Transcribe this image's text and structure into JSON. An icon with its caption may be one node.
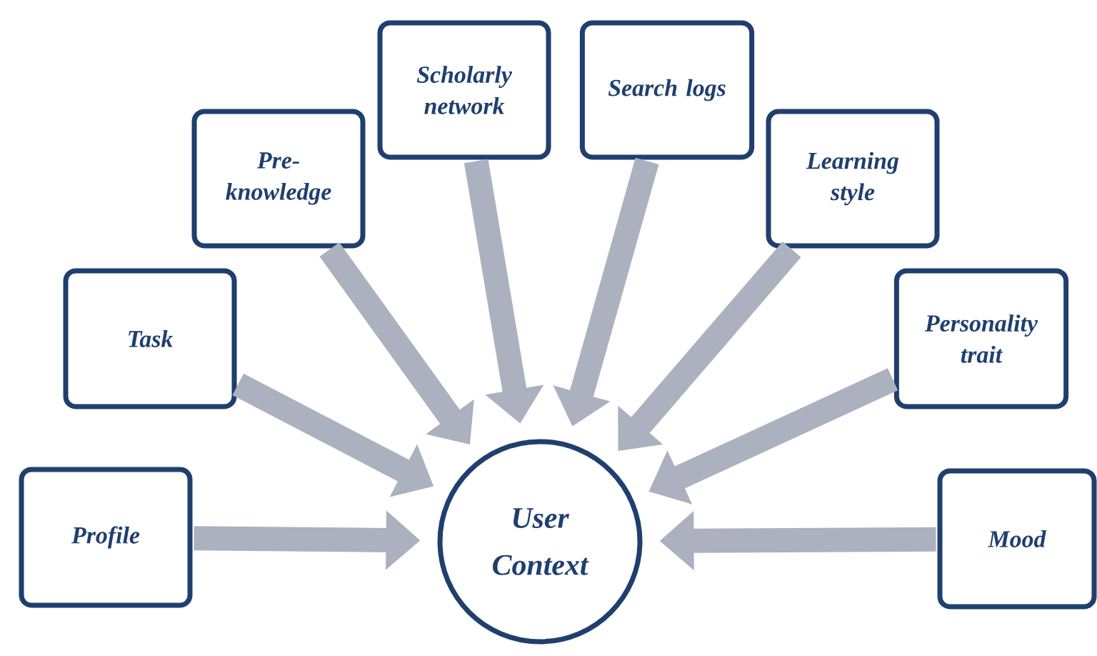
{
  "diagram": {
    "nodes": [
      {
        "text": [
          "Profile"
        ]
      },
      {
        "text": [
          "Task"
        ]
      },
      {
        "text": [
          "Pre-knowledge"
        ]
      },
      {
        "text": [
          "Scholarly network"
        ]
      },
      {
        "text": [
          "Search logs"
        ]
      },
      {
        "text": [
          "Learning style"
        ]
      },
      {
        "text": [
          "Personality trait"
        ]
      },
      {
        "text": [
          "Mood"
        ]
      },
      {
        "text": [
          "User Context"
        ]
      }
    ],
    "edges": [
      {
        "from": 0,
        "to": 8,
        "arrow": "to"
      },
      {
        "from": 1,
        "to": 8,
        "arrow": "to"
      },
      {
        "from": 2,
        "to": 8,
        "arrow": "to"
      },
      {
        "from": 3,
        "to": 8,
        "arrow": "to"
      },
      {
        "from": 4,
        "to": 8,
        "arrow": "to"
      },
      {
        "from": 5,
        "to": 8,
        "arrow": "to"
      },
      {
        "from": 6,
        "to": 8,
        "arrow": "to"
      },
      {
        "from": 7,
        "to": 8,
        "arrow": "to"
      }
    ]
  }
}
